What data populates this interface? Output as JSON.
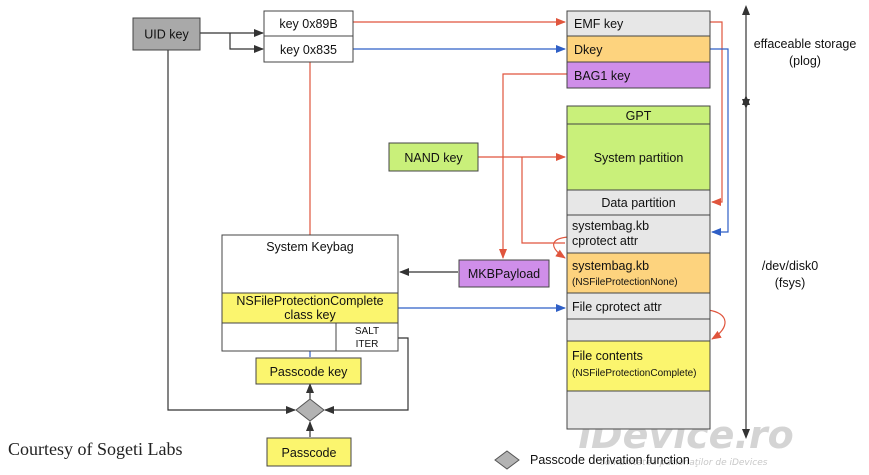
{
  "keys": {
    "uid_key": "UID key",
    "key_89b": "key 0x89B",
    "key_835": "key 0x835",
    "nand_key": "NAND key",
    "mkb_payload": "MKBPayload",
    "passcode_key": "Passcode key",
    "passcode": "Passcode"
  },
  "effaceable": {
    "emf_key": "EMF key",
    "dkey": "Dkey",
    "bag1_key": "BAG1 key",
    "label_line1": "effaceable storage",
    "label_line2": "(plog)"
  },
  "disk": {
    "gpt": "GPT",
    "system_partition": "System partition",
    "data_partition": "Data partition",
    "systembag_attr_line1": "systembag.kb",
    "systembag_attr_line2": "cprotect attr",
    "systembag_kb_line1": "systembag.kb",
    "systembag_kb_line2": "(NSFileProtectionNone)",
    "file_cprotect_attr": "File cprotect attr",
    "file_contents_line1": "File contents",
    "file_contents_line2": "(NSFileProtectionComplete)",
    "label_line1": "/dev/disk0",
    "label_line2": "(fsys)"
  },
  "keybag": {
    "title": "System Keybag",
    "class_key_line1": "NSFileProtectionComplete",
    "class_key_line2": "class key",
    "salt": "SALT",
    "iter": "ITER"
  },
  "legend": {
    "passcode_derivation": "Passcode derivation function"
  },
  "credit": "Courtesy of Sogeti Labs",
  "watermark": {
    "brand": "iDevice.ro",
    "tagline": "comunitatea pasionaţilor de iDevices"
  },
  "colors": {
    "gray_key": "#a9a9a9",
    "green": "#c9f07a",
    "yellow": "#fbf56e",
    "orange": "#fdd37e",
    "purple": "#cf8ee9",
    "light_gray": "#e7e7e7",
    "red_arrow": "#e0553d",
    "blue_arrow": "#2f5fc6"
  }
}
